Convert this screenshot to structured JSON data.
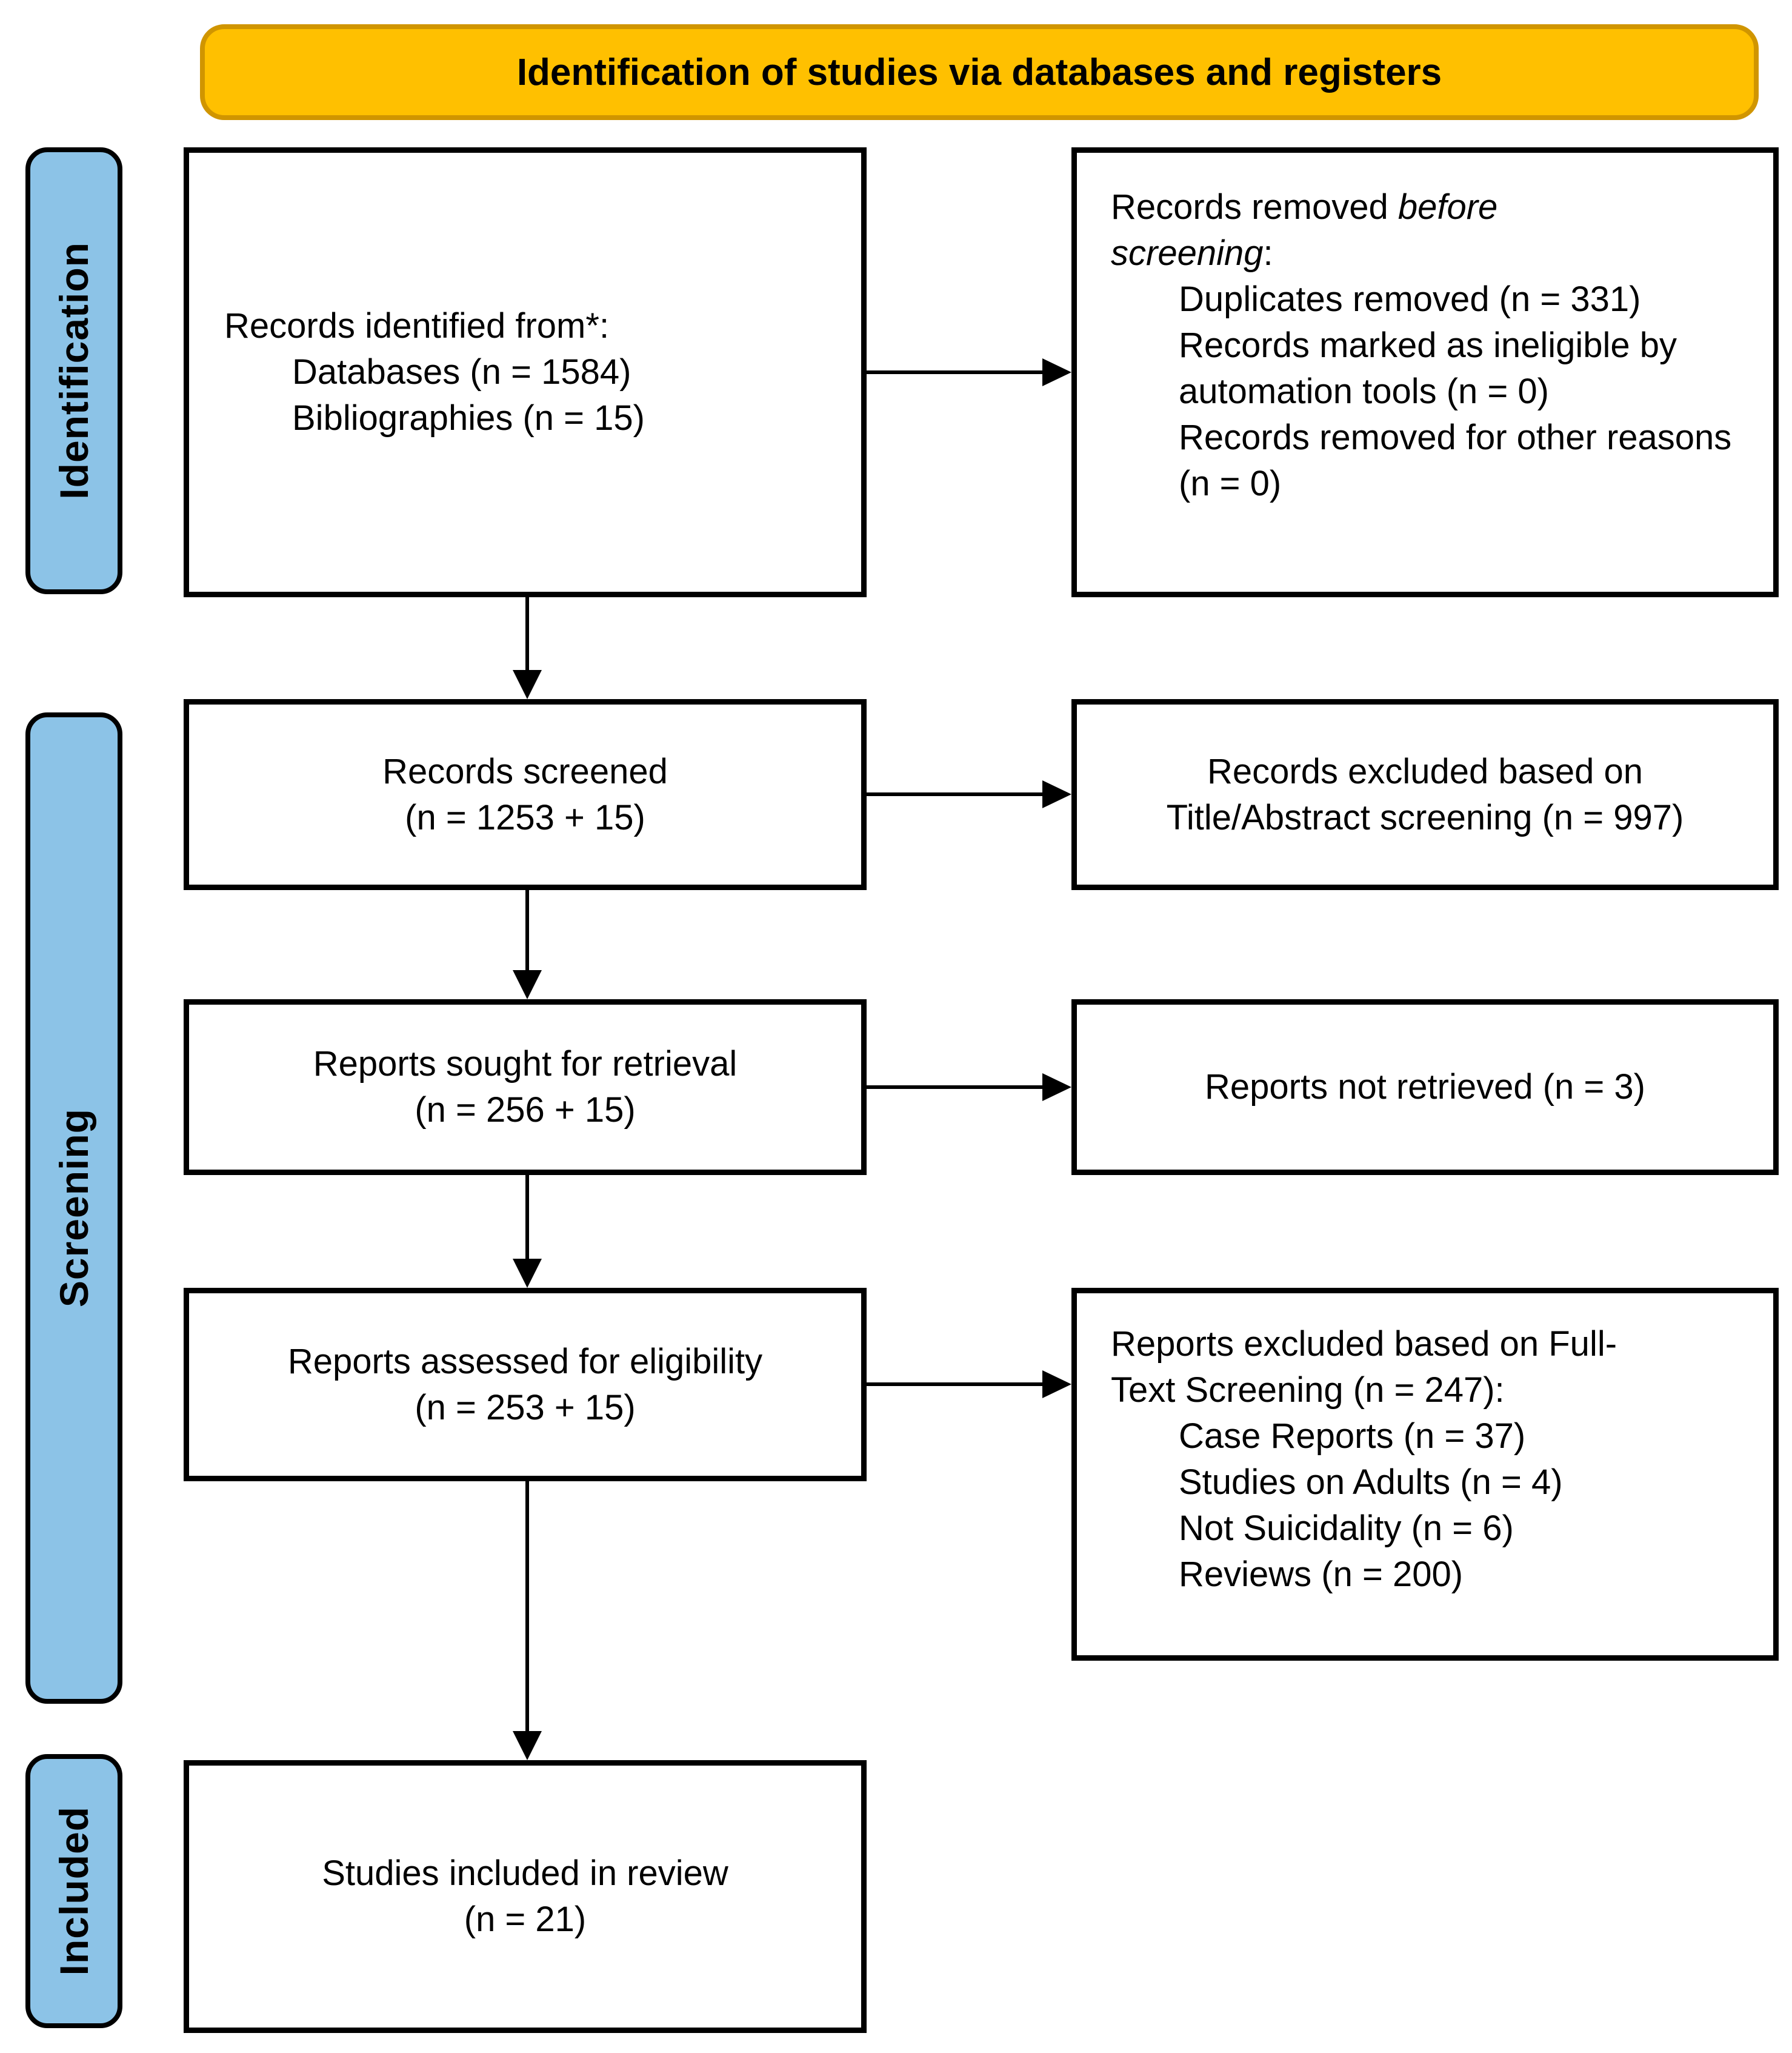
{
  "banner": {
    "title": "Identification of studies via databases and registers"
  },
  "stages": {
    "identification": "Identification",
    "screening": "Screening",
    "included": "Included"
  },
  "colors": {
    "banner_bg": "#FFC000",
    "banner_border": "#D09500",
    "stage_bg": "#8CC3E7",
    "box_border": "#000000",
    "arrow": "#000000"
  },
  "boxes": {
    "records_identified": {
      "heading": "Records identified from*:",
      "items": [
        "Databases (n = 1584)",
        "Bibliographies (n = 15)"
      ]
    },
    "records_removed": {
      "line1_regular": "Records removed ",
      "line1_italic": "before",
      "line2_italic": "screening",
      "line2_regular": ":",
      "items": [
        "Duplicates removed (n = 331)",
        "Records marked as ineligible by automation tools (n = 0)",
        "Records removed for other reasons (n = 0)"
      ]
    },
    "records_screened": {
      "line1": "Records screened",
      "line2": "(n = 1253 + 15)"
    },
    "records_excluded": {
      "line1": "Records excluded based on",
      "line2": "Title/Abstract screening (n = 997)"
    },
    "reports_sought": {
      "line1": "Reports sought for retrieval",
      "line2": "(n = 256 + 15)"
    },
    "reports_not_retrieved": {
      "line1": "Reports not retrieved (n = 3)"
    },
    "reports_assessed": {
      "line1": "Reports assessed for eligibility",
      "line2": "(n = 253 + 15)"
    },
    "reports_excluded": {
      "heading_line1": "Reports excluded based on Full-",
      "heading_line2": "Text Screening (n = 247):",
      "items": [
        "Case Reports (n = 37)",
        "Studies on Adults (n = 4)",
        "Not Suicidality (n = 6)",
        "Reviews (n = 200)"
      ]
    },
    "studies_included": {
      "line1": "Studies included in review",
      "line2": "(n = 21)"
    }
  }
}
